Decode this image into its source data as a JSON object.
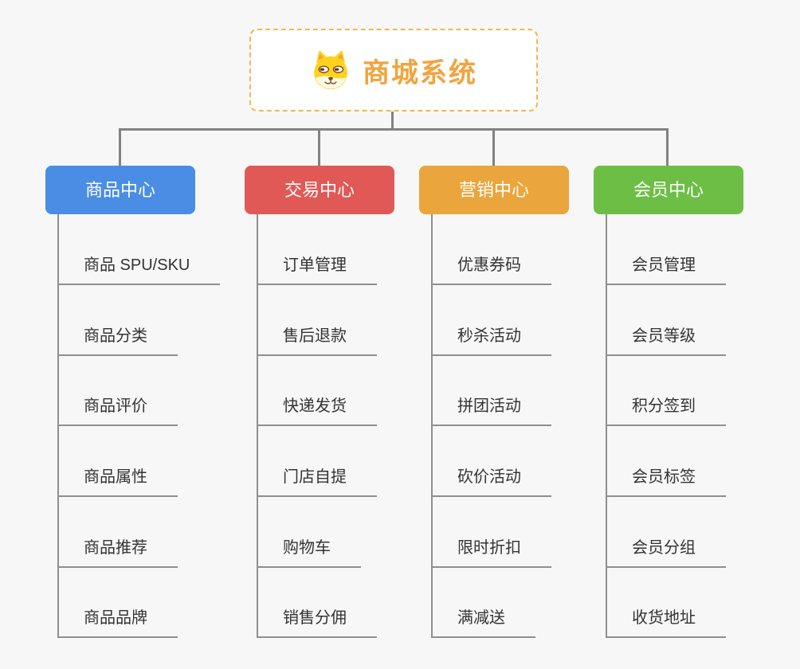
{
  "palette": {
    "background": "#f7f7f7",
    "root_border": "#f4b64d",
    "root_text": "#f2a43e",
    "connector": "#828282",
    "leaf_text": "#333333",
    "leaf_line": "#8f8f8f"
  },
  "root": {
    "title": "商城系统",
    "icon": "dog-face-icon"
  },
  "branches": [
    {
      "label": "商品中心",
      "color": "#4a8de4",
      "children": [
        "商品 SPU/SKU",
        "商品分类",
        "商品评价",
        "商品属性",
        "商品推荐",
        "商品品牌"
      ]
    },
    {
      "label": "交易中心",
      "color": "#e15956",
      "children": [
        "订单管理",
        "售后退款",
        "快递发货",
        "门店自提",
        "购物车",
        "销售分佣"
      ]
    },
    {
      "label": "营销中心",
      "color": "#eaa53c",
      "children": [
        "优惠券码",
        "秒杀活动",
        "拼团活动",
        "砍价活动",
        "限时折扣",
        "满减送"
      ]
    },
    {
      "label": "会员中心",
      "color": "#6cbe45",
      "children": [
        "会员管理",
        "会员等级",
        "积分签到",
        "会员标签",
        "会员分组",
        "收货地址"
      ]
    }
  ]
}
